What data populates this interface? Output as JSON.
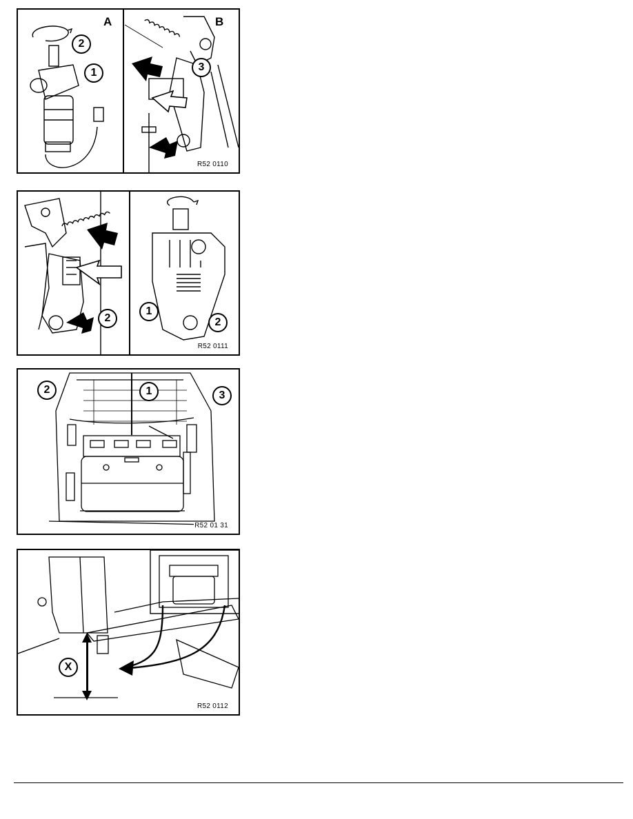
{
  "figures": [
    {
      "ref": "R52 0110",
      "panels": [
        "A",
        "B"
      ],
      "callouts_a": [
        "2",
        "1"
      ],
      "callouts_b": [
        "3"
      ]
    },
    {
      "ref": "R52 0111",
      "callouts_left": [
        "2"
      ],
      "callouts_right": [
        "1",
        "2"
      ]
    },
    {
      "ref": "R52 01 31",
      "callouts": [
        "2",
        "1",
        "3"
      ]
    },
    {
      "ref": "R52 0112",
      "callouts": [
        "X"
      ]
    }
  ]
}
